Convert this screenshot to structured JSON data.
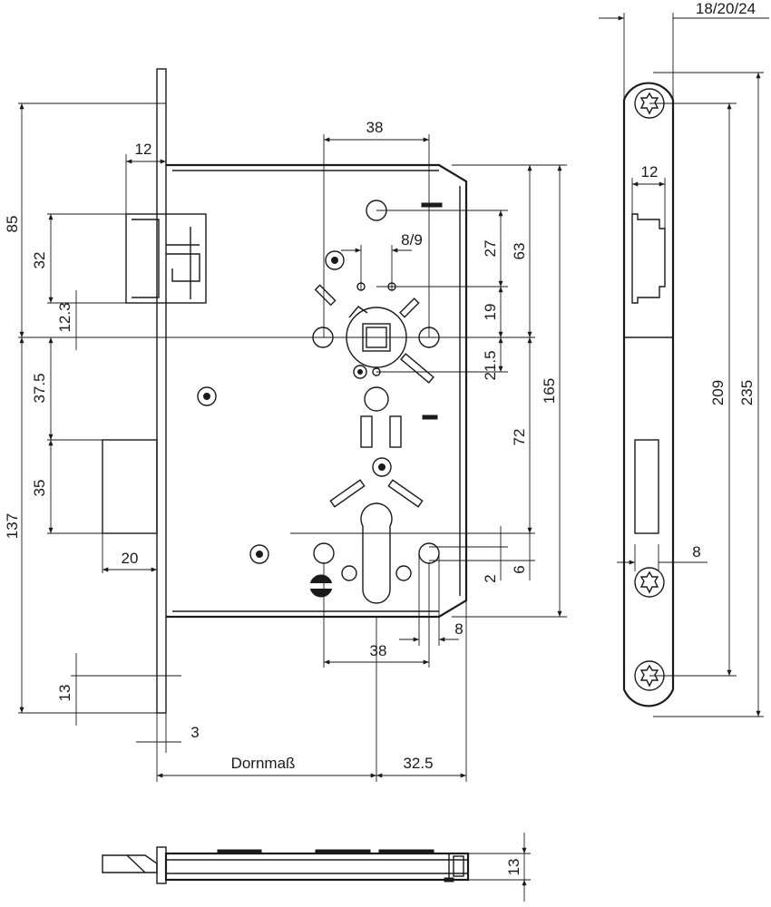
{
  "dimensions": {
    "d_85": "85",
    "d_32": "32",
    "d_12_3": "12.3",
    "d_37_5": "37.5",
    "d_35": "35",
    "d_137": "137",
    "d_12_latch": "12",
    "d_20": "20",
    "d_13_face": "13",
    "d_3": "3",
    "dornmass": "Dornmaß",
    "d_32_5": "32.5",
    "d_38_top": "38",
    "d_8_9": "8/9",
    "d_27": "27",
    "d_63": "63",
    "d_19": "19",
    "d_21_5": "21.5",
    "d_72": "72",
    "d_165": "165",
    "d_2": "2",
    "d_6": "6",
    "d_8_cyl": "8",
    "d_38_bottom": "38",
    "d_18_20_24": "18/20/24",
    "d_12_plate": "12",
    "d_209": "209",
    "d_235": "235",
    "d_8_plate": "8",
    "d_13_bottom": "13"
  }
}
